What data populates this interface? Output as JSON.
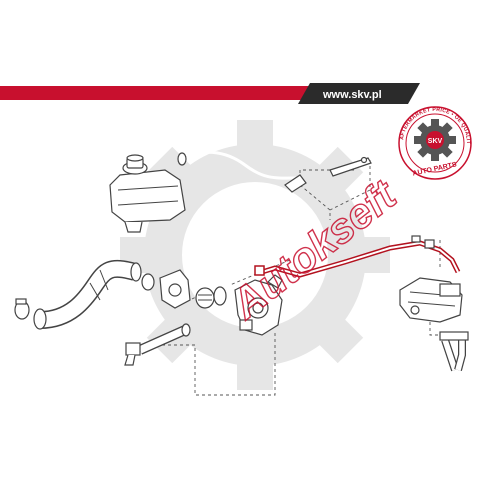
{
  "banner": {
    "url_text": "www.skv.pl"
  },
  "badge": {
    "ring_text": "AFTERMARKET PRICE • OE QUALITY •",
    "bottom_text": "AUTO PARTS",
    "center_text": "SKV"
  },
  "watermark": {
    "text": "Autokseft"
  },
  "colors": {
    "banner_red": "#c8102e",
    "banner_dark": "#2b2b2b",
    "highlight_hose": "#b3121f",
    "watermark_gray": "#e3e3e3"
  },
  "icons": {
    "watermark_gear": "gear-icon",
    "badge_gear": "gear-icon"
  }
}
